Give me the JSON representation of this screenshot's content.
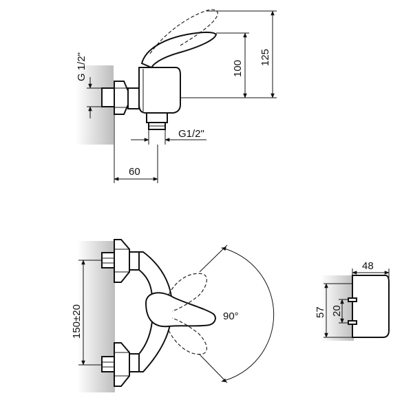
{
  "side_view": {
    "inlet_thread": "G 1/2\"",
    "outlet_thread": "G1/2\"",
    "wall_depth": "60",
    "outlet_height": "100",
    "total_height": "125"
  },
  "front_view": {
    "inlet_spacing": "150±20",
    "rotation_angle": "90°"
  },
  "detail_view": {
    "width": "48",
    "height": "57",
    "pin_spacing": "20"
  }
}
